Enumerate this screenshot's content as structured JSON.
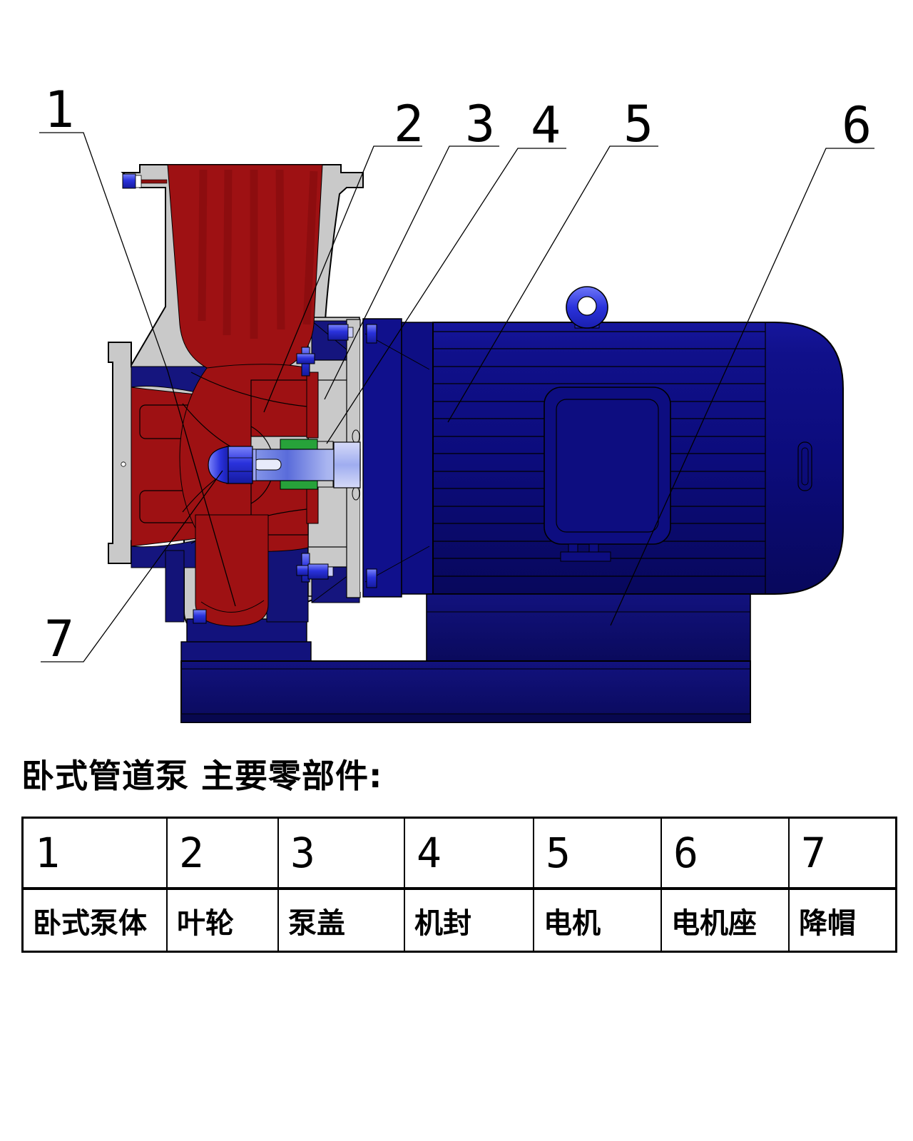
{
  "title": "卧式管道泵 主要零部件:",
  "diagram": {
    "description": "cross-section drawing of a horizontal pipeline pump with motor",
    "callouts": [
      "1",
      "2",
      "3",
      "4",
      "5",
      "6",
      "7"
    ]
  },
  "parts_table": {
    "rows": [
      {
        "no": "1",
        "name": "卧式泵体"
      },
      {
        "no": "2",
        "name": "叶轮"
      },
      {
        "no": "3",
        "name": "泵盖"
      },
      {
        "no": "4",
        "name": "机封"
      },
      {
        "no": "5",
        "name": "电机"
      },
      {
        "no": "6",
        "name": "电机座"
      },
      {
        "no": "7",
        "name": "降帽"
      }
    ]
  },
  "colors": {
    "pump_body_red": "#9e1113",
    "dark_red_shade": "#7a0a0c",
    "casing_gray": "#c9c9c9",
    "motor_navy": "#0d0d80",
    "shadow_navy": "#15157e",
    "bolt_blue": "#2a32dc",
    "seal_green": "#27a23a",
    "shaft_blue": "#8b9cec"
  }
}
